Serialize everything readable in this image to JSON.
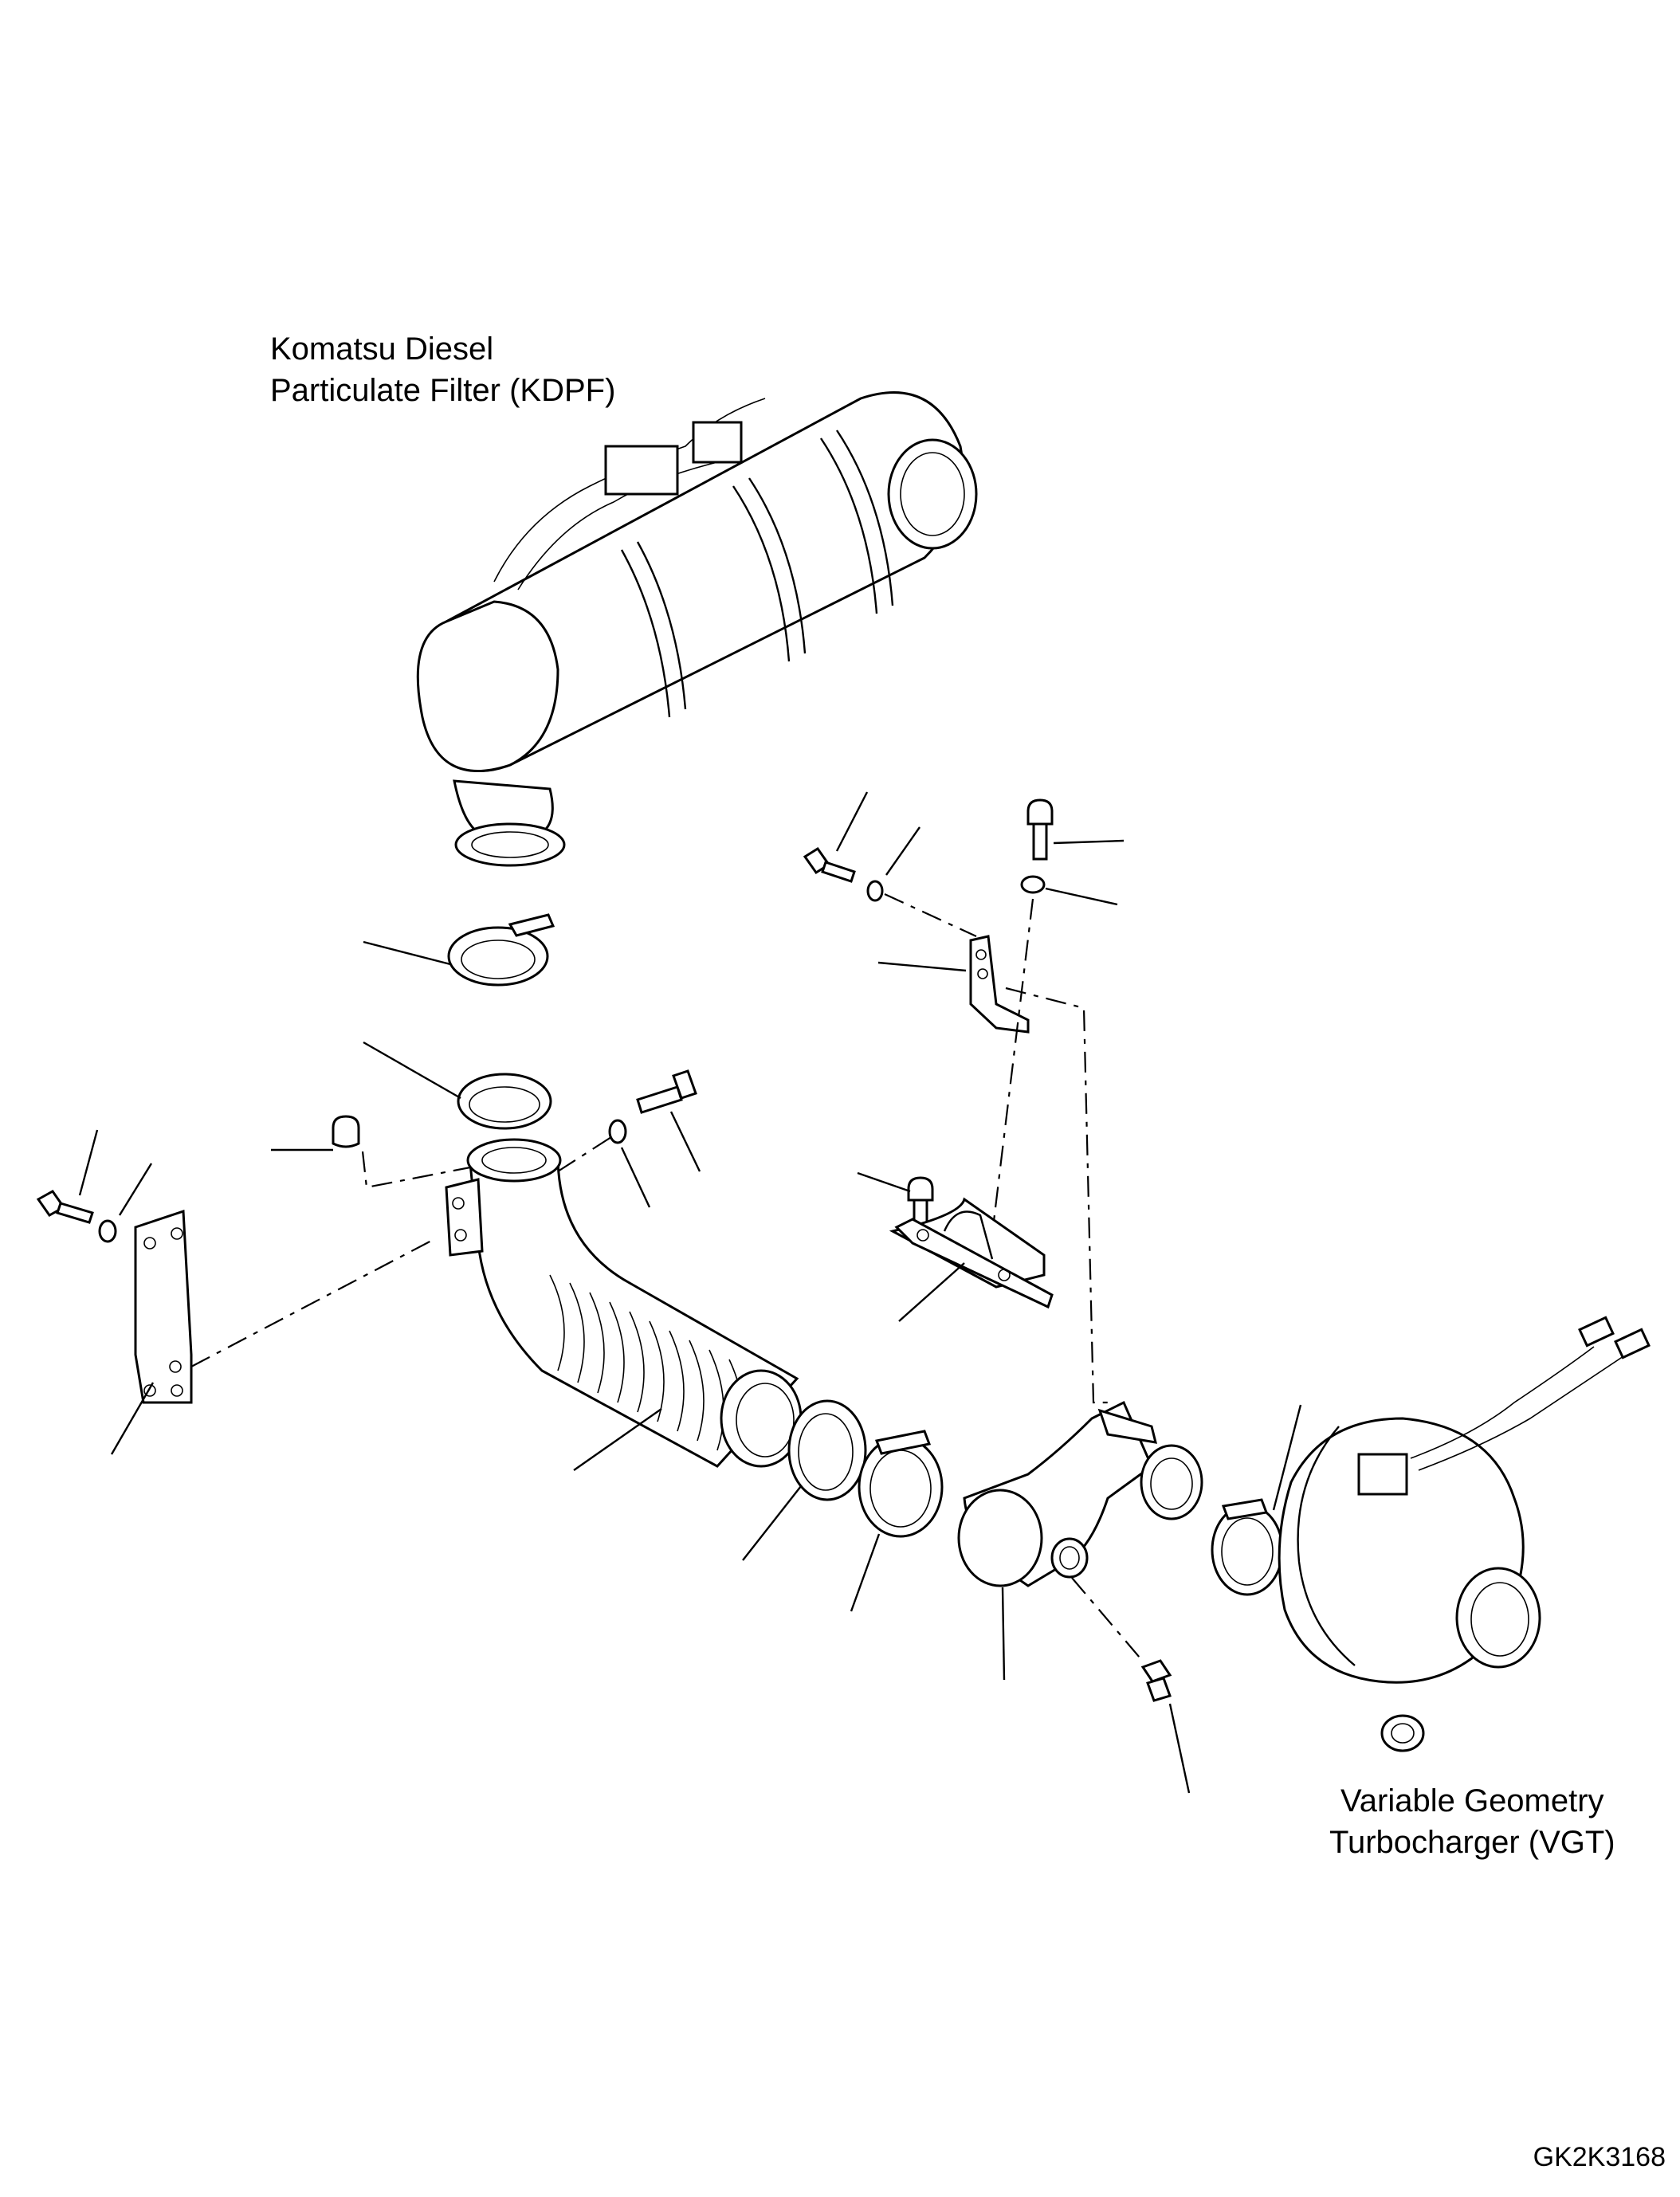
{
  "labels": {
    "kdpf_line1": "Komatsu Diesel",
    "kdpf_line2": "Particulate Filter (KDPF)",
    "vgt_line1": "Variable Geometry",
    "vgt_line2": "Turbocharger (VGT)"
  },
  "figure_id": "GK2K3168",
  "colors": {
    "line": "#000000",
    "background": "#ffffff"
  }
}
